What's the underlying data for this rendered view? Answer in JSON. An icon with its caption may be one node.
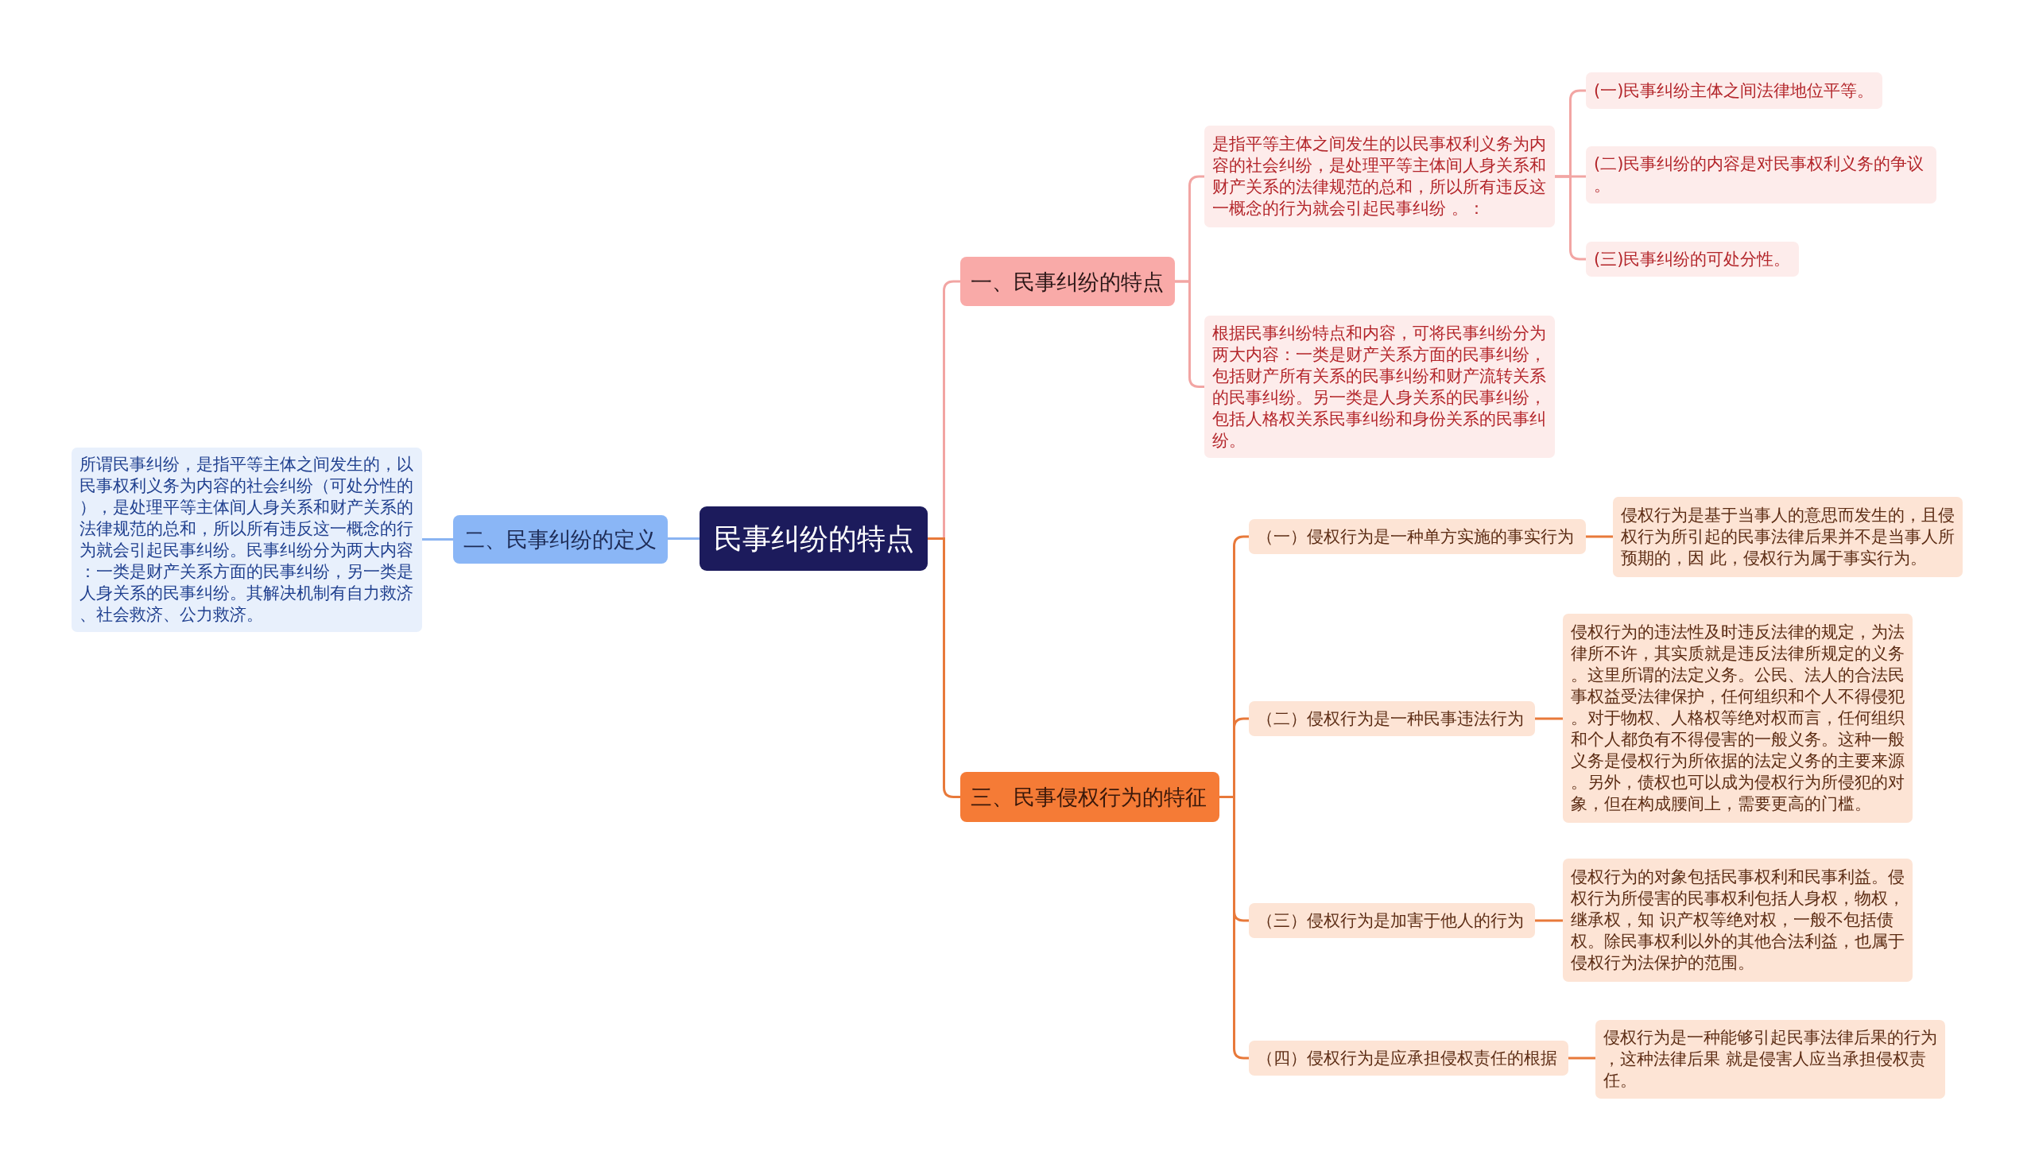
{
  "diagram": {
    "nodes": [
      {
        "text": [
          "民事纠纷的特点"
        ]
      },
      {
        "text": [
          "一、民事纠纷的特点"
        ]
      },
      {
        "text": [
          "是指平等主体之间发生的以民事权利义务为内容的社会纠纷，是处理平等主体间人身关系和财产关系的法律规范的总和，所以所有违反这一概念的行为就会引起民事纠纷 。："
        ]
      },
      {
        "text": [
          "(一)民事纠纷主体之间法律地位平等。"
        ]
      },
      {
        "text": [
          "(二)民事纠纷的内容是对民事权利义务的争议。"
        ]
      },
      {
        "text": [
          "(三)民事纠纷的可处分性。"
        ]
      },
      {
        "text": [
          "根据民事纠纷特点和内容，可将民事纠纷分为两大内容：一类是财产关系方面的民事纠纷，包括财产所有关系的民事纠纷和财产流转关系的民事纠纷。另一类是人身关系的民事纠纷，包括人格权关系民事纠纷和身份关系的民事纠纷。"
        ]
      },
      {
        "text": [
          "二、民事纠纷的定义"
        ]
      },
      {
        "text": [
          "所谓民事纠纷，是指平等主体之间发生的，以民事权利义务为内容的社会纠纷（可处分性的），是处理平等主体间人身关系和财产关系的法律规范的总和，所以所有违反这一概念的行为就会引起民事纠纷。民事纠纷分为两大内容：一类是财产关系方面的民事纠纷，另一类是人身关系的民事纠纷。其解决机制有自力救济、社会救济、公力救济。"
        ]
      },
      {
        "text": [
          "三、民事侵权行为的特征"
        ]
      },
      {
        "text": [
          "（一）侵权行为是一种单方实施的事实行为"
        ]
      },
      {
        "text": [
          "侵权行为是基于当事人的意思而发生的，且侵权行为所引起的民事法律后果并不是当事人所预期的，因 此，侵权行为属于事实行为。"
        ]
      },
      {
        "text": [
          "（二）侵权行为是一种民事违法行为"
        ]
      },
      {
        "text": [
          "侵权行为的违法性及时违反法律的规定，为法律所不许，其实质就是违反法律所规定的义务。这里所谓的法定义务。公民、法人的合法民事权益受法律保护，任何组织和个人不得侵犯。对于物权、人格权等绝对权而言，任何组织和个人都负有不得侵害的一般义务。这种一般义务是侵权行为所依据的法定义务的主要来源。另外，债权也可以成为侵权行为所侵犯的对象，但在构成腰间上，需要更高的门槛。"
        ]
      },
      {
        "text": [
          "（三）侵权行为是加害于他人的行为"
        ]
      },
      {
        "text": [
          "侵权行为的对象包括民事权利和民事利益。侵权行为所侵害的民事权利包括人身权，物权，继承权，知 识产权等绝对权，一般不包括债权。除民事权利以外的其他合法利益，也属于侵权行为法保护的范围。"
        ]
      },
      {
        "text": [
          "（四）侵权行为是应承担侵权责任的根据"
        ]
      },
      {
        "text": [
          "侵权行为是一种能够引起民事法律后果的行为，这种法律后果 就是侵害人应当承担侵权责任。"
        ]
      }
    ],
    "edges": [
      {
        "from": 0,
        "to": 1,
        "arrow": "none",
        "color": "#f2a5a3"
      },
      {
        "from": 1,
        "to": 2,
        "arrow": "none",
        "color": "#f2a5a3"
      },
      {
        "from": 2,
        "to": 3,
        "arrow": "none",
        "color": "#f2a5a3"
      },
      {
        "from": 2,
        "to": 4,
        "arrow": "none",
        "color": "#f2a5a3"
      },
      {
        "from": 2,
        "to": 5,
        "arrow": "none",
        "color": "#f2a5a3"
      },
      {
        "from": 1,
        "to": 6,
        "arrow": "none",
        "color": "#f2a5a3"
      },
      {
        "from": 0,
        "to": 7,
        "arrow": "none",
        "color": "#8ab4f2"
      },
      {
        "from": 7,
        "to": 8,
        "arrow": "none",
        "color": "#8ab4f2"
      },
      {
        "from": 0,
        "to": 9,
        "arrow": "none"
      },
      {
        "from": 9,
        "to": 10,
        "arrow": "none"
      },
      {
        "from": 10,
        "to": 11,
        "arrow": "none"
      },
      {
        "from": 9,
        "to": 12,
        "arrow": "none"
      },
      {
        "from": 12,
        "to": 13,
        "arrow": "none"
      },
      {
        "from": 9,
        "to": 14,
        "arrow": "none"
      },
      {
        "from": 14,
        "to": 15,
        "arrow": "none"
      },
      {
        "from": 9,
        "to": 16,
        "arrow": "none"
      },
      {
        "from": 16,
        "to": 17,
        "arrow": "none"
      }
    ]
  }
}
